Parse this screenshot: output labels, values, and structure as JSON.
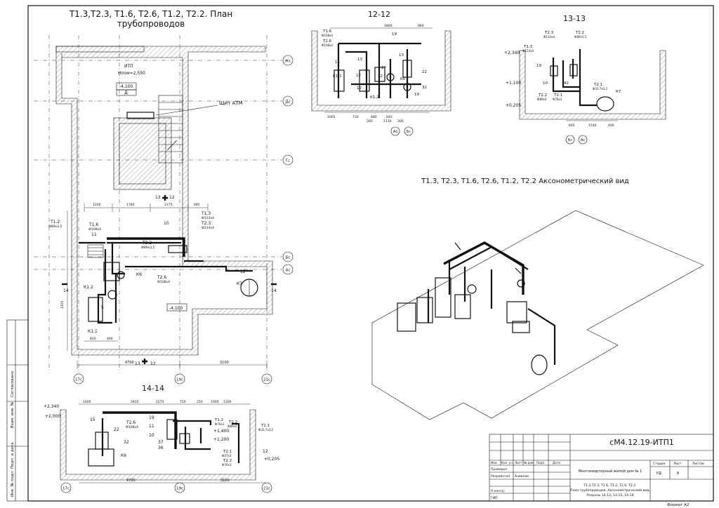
{
  "plan": {
    "title_line1": "Т1.3,Т2.3, Т1.6, Т2.6, Т1.2, Т2.2. План",
    "title_line2": "трубопроводов",
    "room_name": "ИТП",
    "room_height": "Нпом=2,550",
    "level_top": "-4,100",
    "room_cat": "Д",
    "level_low": "-4,100",
    "shield": "Щит АТМ",
    "axes_right": [
      "Жс",
      "Дс",
      "Гс",
      "Бс",
      "Ас"
    ],
    "axes_bottom": [
      "17с",
      "19с",
      "21с"
    ],
    "cut_13": "13",
    "cut_12": "12",
    "cut_14": "14",
    "tags": {
      "t12": "Т1.2",
      "t12d": "Ф89х3,5",
      "t16": "Т1.6",
      "t16d": "Ф108х4",
      "t13": "Т1.3",
      "t13d": "Ф133х4",
      "t23": "Т2.3",
      "t23d": "Ф133х4",
      "t22": "Т2.2",
      "t22d": "Ф89х3,5",
      "t26": "Т2.6",
      "t26d": "Ф108х4",
      "k6": "К6",
      "k7": "К7",
      "k11": "К1.1",
      "k12": "К1.2",
      "n10": "10",
      "n11": "11",
      "n12": "12",
      "n5": "5"
    },
    "dims_bottom_1": "4700",
    "dims_bottom_2": "3100",
    "dims_top": [
      "1200",
      "1780",
      "2175",
      "685"
    ],
    "dims_small": [
      "810",
      "490",
      "1100"
    ]
  },
  "sec1212": {
    "title": "12-12",
    "labels": [
      "Т1.6",
      "Ф108х4",
      "Т2.6",
      "Ф108х4",
      "15",
      "К1.1",
      "12",
      "13",
      "19",
      "13",
      "22",
      "32",
      "К6",
      "19",
      "12",
      "К1.2",
      "27",
      "32"
    ],
    "dims_bottom": [
      "1065",
      "730",
      "680",
      "640",
      "300",
      "1130",
      "300"
    ],
    "dims_top": [
      "1800",
      "960"
    ],
    "axes": [
      "Ас",
      "Бс"
    ]
  },
  "sec1313": {
    "title": "13-13",
    "labels": [
      "Т2.3",
      "Ф133х4",
      "Т2.2",
      "Ф89х3,5",
      "Т1.3",
      "Ф133х4",
      "19",
      "10",
      "42",
      "Т2.2",
      "Ф89х4",
      "Т2.1",
      "Ф76х3",
      "Т2.1",
      "Ф33,7х3,2",
      "К7"
    ],
    "levels": [
      "+2,340",
      "+1,100",
      "+0,205"
    ],
    "dims_bottom": [
      "605",
      "1540",
      "400"
    ],
    "axes": [
      "Бс",
      "Ас"
    ]
  },
  "axon": {
    "title": "Т1.3,  Т2.3,  Т1.6,  Т2.6,  Т1.2,  Т2.2    Аксонометрический  вид"
  },
  "sec1414": {
    "title": "14-14",
    "levels": [
      "+2,340",
      "+2,000",
      "+1,400",
      "+1,200",
      "+0,205"
    ],
    "labels": [
      "15",
      "22",
      "32",
      "К6",
      "Т2.6",
      "Ф108х4",
      "19",
      "11",
      "10",
      "37",
      "36",
      "Т1.2",
      "Ф76х3",
      "Т2.2",
      "Ф89х4",
      "Т2.1",
      "Ф33,7х3,2",
      "Т2.1",
      "Ф57х3",
      "Т2.2",
      "Ф76х3",
      "12"
    ],
    "dims_top": [
      "1400",
      "2815",
      "2275",
      "750",
      "250",
      "1000",
      "1200"
    ],
    "dims_bottom": [
      "4700",
      "3100"
    ],
    "axes": [
      "17с",
      "19с",
      "21с"
    ]
  },
  "side_stamp": [
    "Согласовано",
    "Взам. инв. №",
    "Подп. и дата",
    "Инв. № подл."
  ],
  "title_block": {
    "code": "сМ4.12.19-ИТП1",
    "head": [
      "Изм.",
      "Кол. уч.",
      "Лист",
      "№ док.",
      "Подп.",
      "Дата"
    ],
    "rows": [
      "Проверил",
      "Разработал",
      "",
      "Н.контр.",
      "ГИП"
    ],
    "author": "Анвилов",
    "object": "Многоквартирный жилой дом № 1",
    "stage_h": "Стадия",
    "sheet_h": "Лист",
    "sheets_h": "Листов",
    "stage": "РД",
    "sheet": "8",
    "desc1": "Т1.3,Т2.3, Т1.6, Т1.2, Т2.6, Т2.2.",
    "desc2": "План трубопроводов. Аксонометрический вид.",
    "desc3": "Разрезы 12-12, 13-13, 14-14",
    "format": "Формат А2"
  }
}
